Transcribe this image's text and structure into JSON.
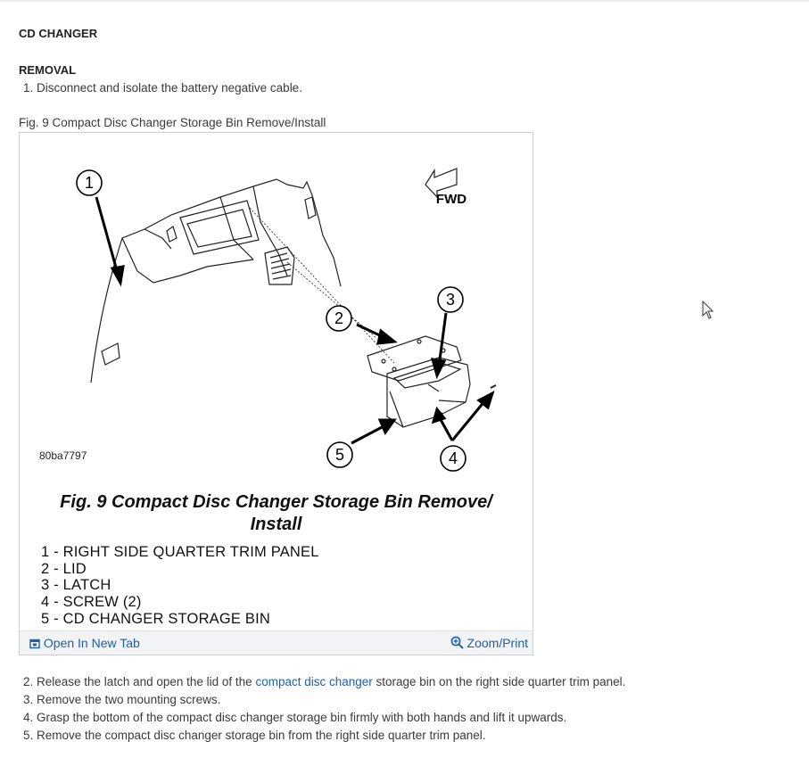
{
  "section_title": "CD CHANGER",
  "subsection_title": "REMOVAL",
  "steps_before": [
    "1. Disconnect and isolate the battery negative cable."
  ],
  "figure": {
    "caption": "Fig. 9 Compact Disc Changer Storage Bin Remove/Install",
    "drawing_code": "80ba7797",
    "fwd_label": "FWD",
    "callouts": [
      "1",
      "2",
      "3",
      "4",
      "5"
    ],
    "title_line1": "Fig. 9 Compact Disc Changer Storage Bin Remove/",
    "title_line2": "Install",
    "legend": [
      "1 - RIGHT SIDE QUARTER TRIM PANEL",
      "2 - LID",
      "3 - LATCH",
      "4 - SCREW (2)",
      "5 - CD CHANGER STORAGE BIN"
    ],
    "open_new_tab_label": "Open In New Tab",
    "zoom_print_label": "Zoom/Print"
  },
  "step2": {
    "prefix": "2. Release the latch and open the lid of the ",
    "link": "compact disc changer",
    "suffix": " storage bin on the right side quarter trim panel."
  },
  "steps_after": [
    "3. Remove the two mounting screws.",
    "4. Grasp the bottom of the compact disc changer storage bin firmly with both hands and lift it upwards.",
    "5. Remove the compact disc changer storage bin from the right side quarter trim panel."
  ],
  "colors": {
    "link": "#1f5fa8",
    "text": "#3a3a3a",
    "footer_bg": "#f2f3f5"
  }
}
